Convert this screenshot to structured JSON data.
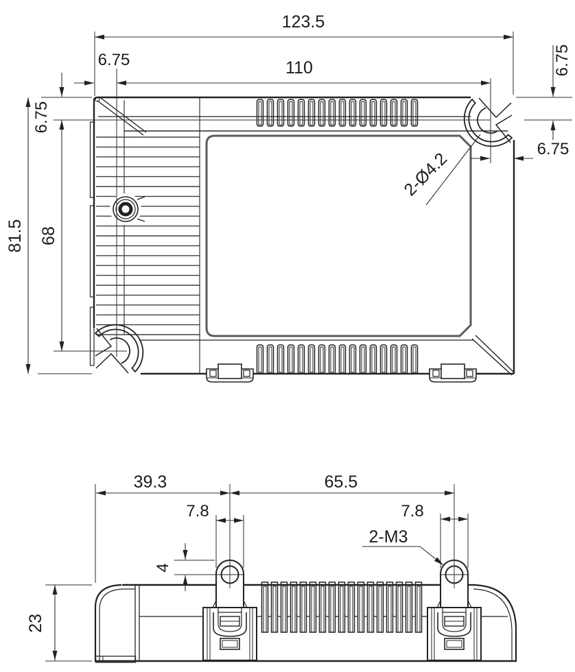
{
  "drawing_type": "mechanical-dimension-drawing",
  "colors": {
    "line": "#222222",
    "thin_line": "#333333",
    "rib_line": "#3f3f3f",
    "background": "#ffffff"
  },
  "top_view": {
    "labels": {
      "overall_width": "123.5",
      "mount_hole_spacing_h": "110",
      "corner_offset_top_left": "6.75",
      "corner_offset_right_vertical": "6.75",
      "corner_offset_right_horizontal": "6.75",
      "corner_offset_left_vertical": "6.75",
      "overall_depth": "81.5",
      "mount_hole_spacing_v": "68",
      "mount_hole_callout": "2-Ø4.2"
    }
  },
  "side_view": {
    "labels": {
      "left_end_to_bracket": "39.3",
      "bracket_spacing": "65.5",
      "bracket_tab_width_left": "7.8",
      "bracket_tab_width_right": "7.8",
      "thread_callout": "2-M3",
      "hole_center_offset": "4",
      "body_height": "23"
    }
  }
}
